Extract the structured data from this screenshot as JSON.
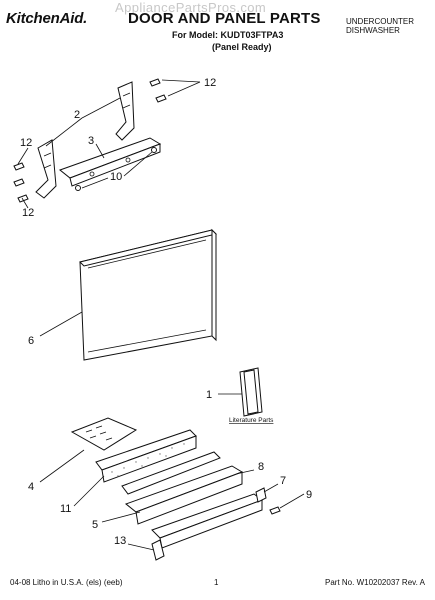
{
  "header": {
    "brand": "KitchenAid.",
    "title": "DOOR AND PANEL PARTS",
    "model_line": "For Model: KUDT03FTPA3",
    "panel_ready": "(Panel Ready)",
    "product_line1": "UNDERCOUNTER",
    "product_line2": "DISHWASHER",
    "watermark": "AppliancePartsPros.com"
  },
  "callouts": {
    "c1": "1",
    "c2": "2",
    "c3": "3",
    "c4": "4",
    "c5": "5",
    "c6": "6",
    "c7": "7",
    "c8": "8",
    "c9": "9",
    "c10": "10",
    "c11": "11",
    "c12_top": "12",
    "c12_left": "12",
    "c12_bottom": "12",
    "c13": "13"
  },
  "literature_label": "Literature Parts",
  "footer": {
    "left": "04-08 Litho in U.S.A. (els) (eeb)",
    "page": "1",
    "part_no": "Part No. W10202037 Rev. A"
  }
}
